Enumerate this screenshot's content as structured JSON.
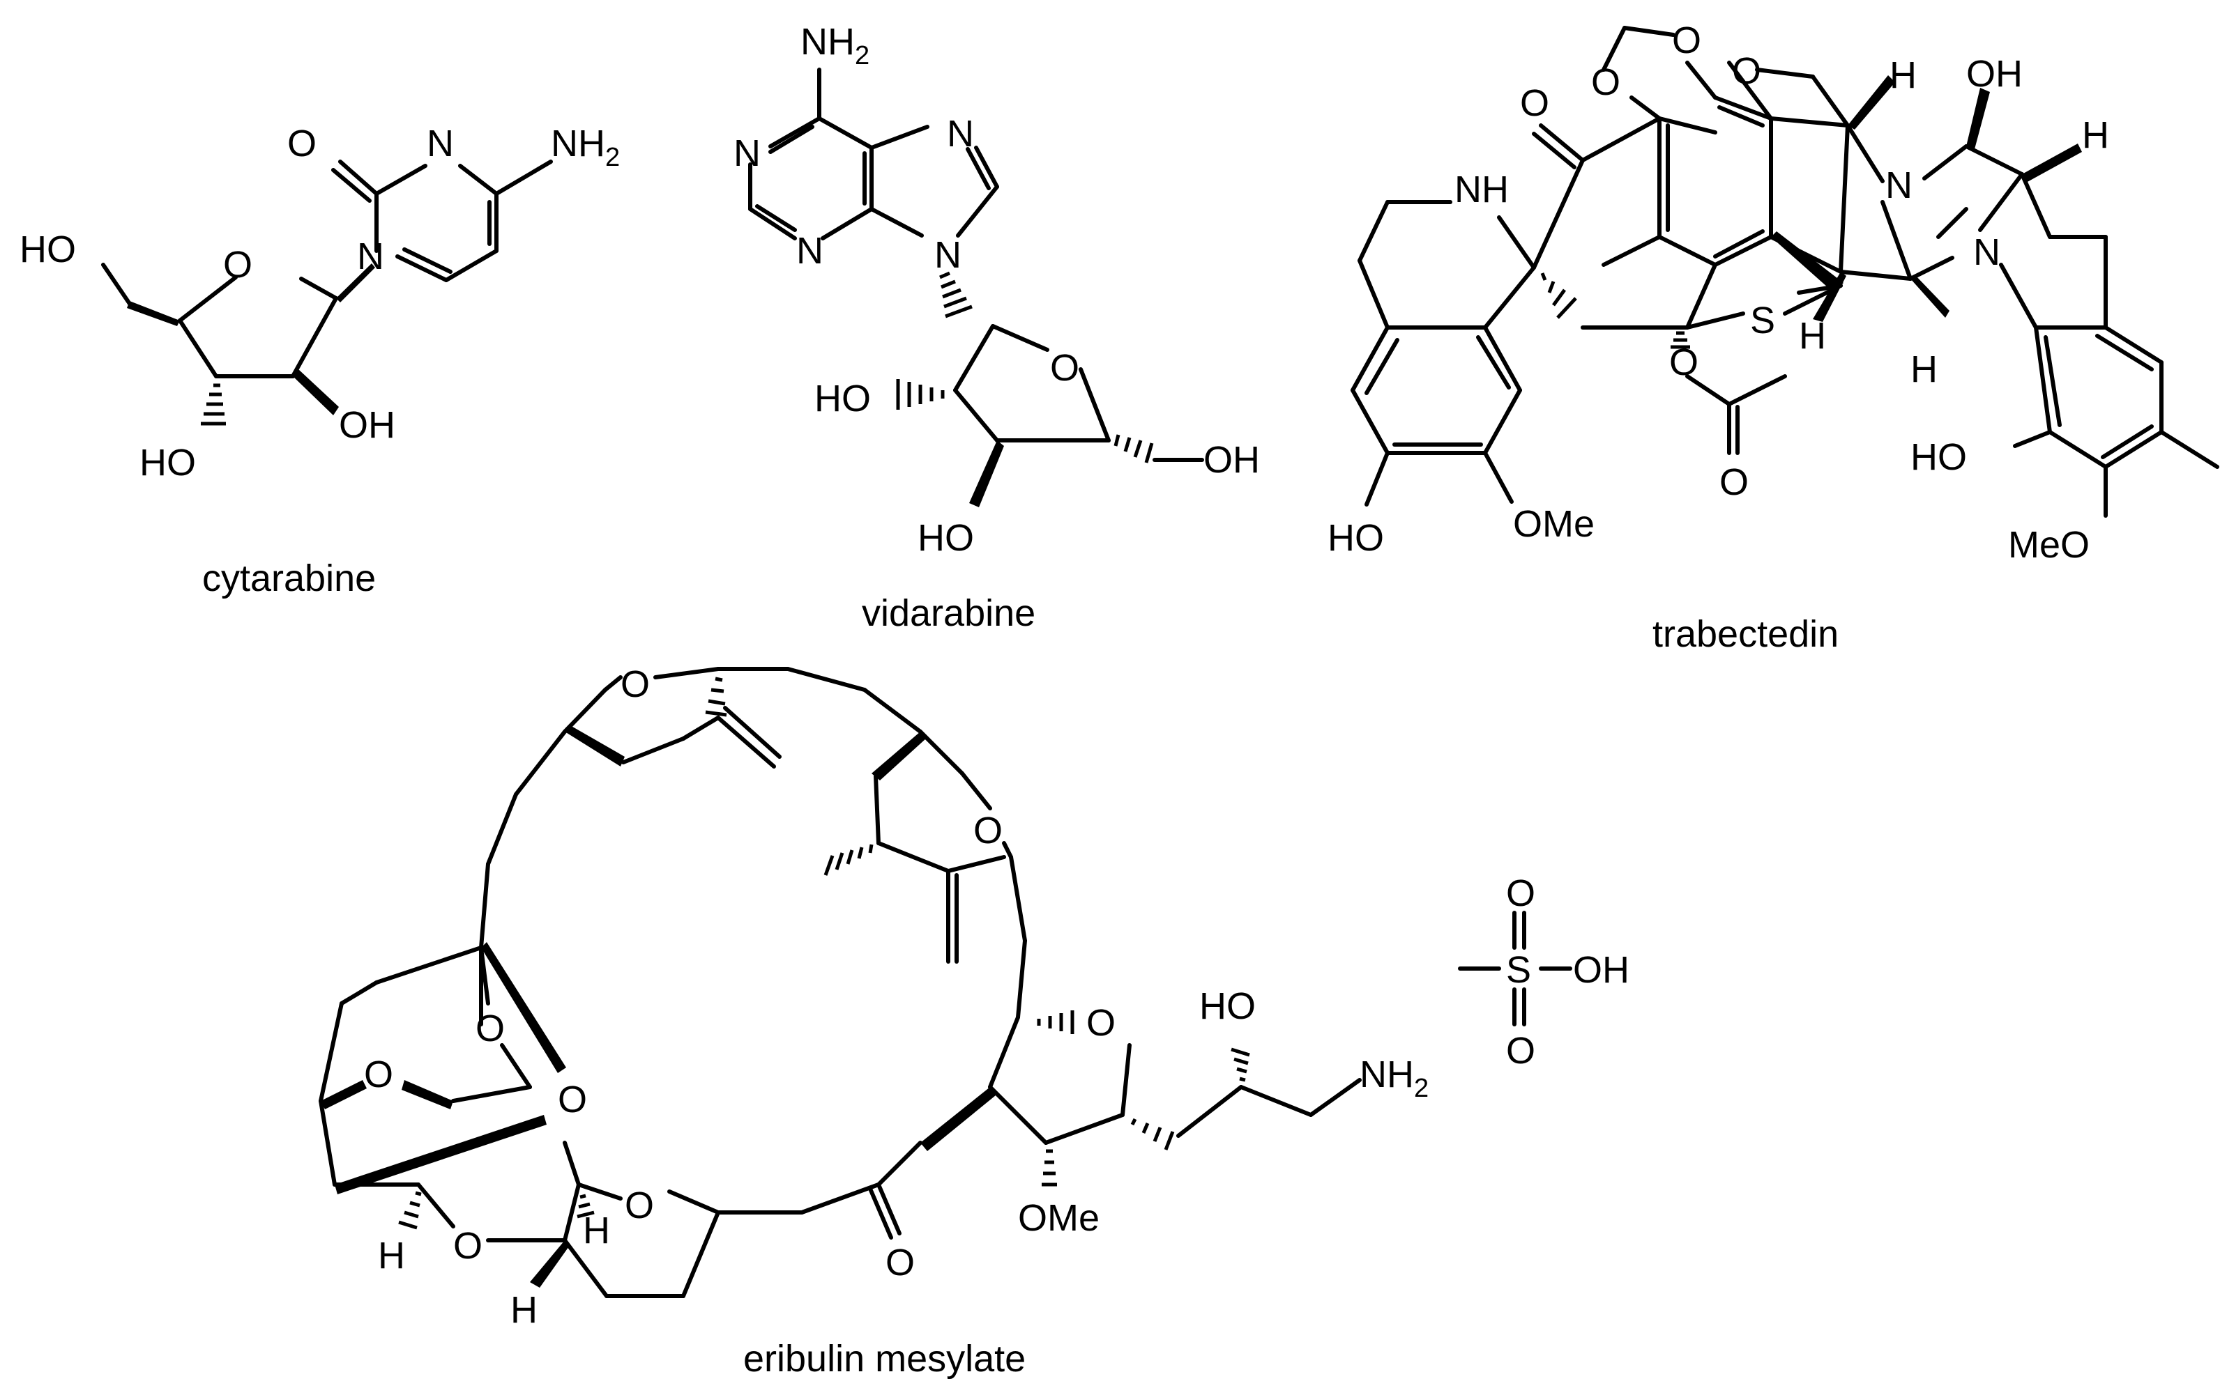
{
  "molecules": [
    {
      "caption": "cytarabine",
      "atoms": {
        "o_carbonyl": "O",
        "n_ring1": "N",
        "nh2": "NH",
        "nh2_sub": "2",
        "n_ring2": "N",
        "ho_ch2": "HO",
        "o_ring": "O",
        "oh": "OH",
        "ho": "HO"
      }
    },
    {
      "caption": "vidarabine",
      "atoms": {
        "nh2": "NH",
        "nh2_sub": "2",
        "n1": "N",
        "n7": "N",
        "n3": "N",
        "n9": "N",
        "o_ring": "O",
        "ho_left": "HO",
        "oh_ch2": "OH",
        "ho_bottom": "HO"
      }
    },
    {
      "caption": "trabectedin",
      "atoms": {
        "o_diox1": "O",
        "o_diox2": "O",
        "o_ester": "O",
        "o_carbonyl": "O",
        "h_top": "H",
        "oh_top": "OH",
        "h_right": "H",
        "nh": "NH",
        "n_center": "N",
        "n_methyl": "N",
        "s": "S",
        "h_mid": "H",
        "h_low": "H",
        "o_acetyl": "O",
        "o_acetyl_dbl": "O",
        "ho_left": "HO",
        "ome_left": "OMe",
        "ho_right": "HO",
        "meo_right": "MeO"
      }
    },
    {
      "caption": "eribulin mesylate",
      "atoms": {
        "o_top": "O",
        "o_right_ring": "O",
        "o_thf": "O",
        "ho_side": "HO",
        "nh2": "NH",
        "nh2_sub": "2",
        "o_cage1": "O",
        "o_cage2": "O",
        "o_cage3": "O",
        "o_cage4": "O",
        "o_cage5": "O",
        "o_ketone": "O",
        "ome": "OMe",
        "h1": "H",
        "h2": "H",
        "h3": "H",
        "ms_o_top": "O",
        "ms_s": "S",
        "ms_oh": "OH",
        "ms_o_bottom": "O"
      }
    }
  ]
}
